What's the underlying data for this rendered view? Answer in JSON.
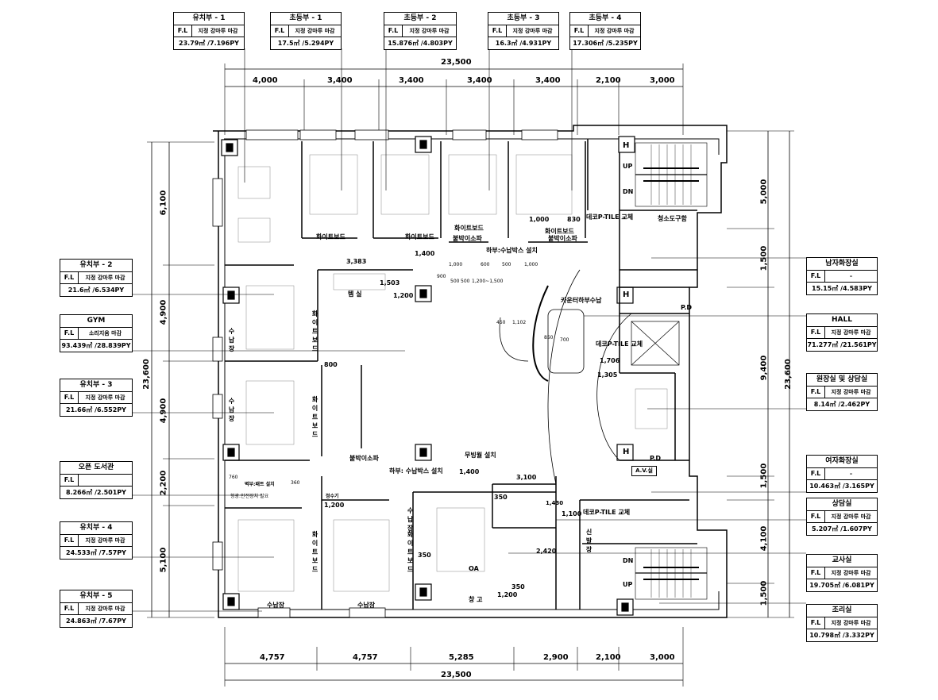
{
  "room_tags": [
    {
      "id": "kinder-1",
      "name": "유치부 - 1",
      "fl": "F.L",
      "finish": "지정 강마루 마감",
      "area": "23.79㎡ /7.196PY"
    },
    {
      "id": "elem-1",
      "name": "초등부 - 1",
      "fl": "F.L",
      "finish": "지정 강마루 마감",
      "area": "17.5㎡ /5.294PY"
    },
    {
      "id": "elem-2",
      "name": "초등부 - 2",
      "fl": "F.L",
      "finish": "지정 강마루 마감",
      "area": "15.876㎡ /4.803PY"
    },
    {
      "id": "elem-3",
      "name": "초등부 - 3",
      "fl": "F.L",
      "finish": "지정 강마루 마감",
      "area": "16.3㎡ /4.931PY"
    },
    {
      "id": "elem-4",
      "name": "초등부 - 4",
      "fl": "F.L",
      "finish": "지정 강마루 마감",
      "area": "17.306㎡ /5.235PY"
    },
    {
      "id": "kinder-2",
      "name": "유치부 - 2",
      "fl": "F.L",
      "finish": "지정 강마루 마감",
      "area": "21.6㎡ /6.534PY"
    },
    {
      "id": "gym",
      "name": "GYM",
      "fl": "F.L",
      "finish": "소리지움 마감",
      "area": "93.439㎡ /28.839PY"
    },
    {
      "id": "kinder-3",
      "name": "유치부 - 3",
      "fl": "F.L",
      "finish": "지정 강마루 마감",
      "area": "21.66㎡ /6.552PY"
    },
    {
      "id": "library",
      "name": "오픈 도서관",
      "fl": "F.L",
      "finish": "",
      "area": "8.266㎡ /2.501PY"
    },
    {
      "id": "kinder-4",
      "name": "유치부 - 4",
      "fl": "F.L",
      "finish": "지정 강마루 마감",
      "area": "24.533㎡ /7.57PY"
    },
    {
      "id": "kinder-5",
      "name": "유치부 - 5",
      "fl": "F.L",
      "finish": "지정 강마루 마감",
      "area": "24.863㎡ /7.67PY"
    },
    {
      "id": "mens-wc",
      "name": "남자화장실",
      "fl": "F.L",
      "finish": "–",
      "area": "15.15㎡ /4.583PY"
    },
    {
      "id": "hall",
      "name": "HALL",
      "fl": "F.L",
      "finish": "지정 강마루 마감",
      "area": "71.277㎡ /21.561PY"
    },
    {
      "id": "director",
      "name": "원장실 및 상담실",
      "fl": "F.L",
      "finish": "지정 강마루 마감",
      "area": "8.14㎡ /2.462PY"
    },
    {
      "id": "womens-wc",
      "name": "여자화장실",
      "fl": "F.L",
      "finish": "–",
      "area": "10.463㎡ /3.165PY"
    },
    {
      "id": "consult",
      "name": "상담실",
      "fl": "F.L",
      "finish": "지정 강마루 마감",
      "area": "5.207㎡ /1.607PY"
    },
    {
      "id": "teachers",
      "name": "교사실",
      "fl": "F.L",
      "finish": "지정 강마루 마감",
      "area": "19.705㎡ /6.081PY"
    },
    {
      "id": "kitchen",
      "name": "조리실",
      "fl": "F.L",
      "finish": "지정 강마루 마감",
      "area": "10.798㎡ /3.332PY"
    }
  ],
  "dims": {
    "top_total": "23,500",
    "top": [
      "4,000",
      "3,400",
      "3,400",
      "3,400",
      "3,400",
      "2,100",
      "3,000"
    ],
    "bottom": [
      "4,757",
      "4,757",
      "5,285",
      "2,900",
      "2,100",
      "3,000"
    ],
    "bottom_total": "23,500",
    "left_total": "23,600",
    "left": [
      "6,100",
      "4,900",
      "4,900",
      "2,200",
      "5,100"
    ],
    "right_total": "23,600",
    "right": [
      "5,000",
      "1,500",
      "9,400",
      "1,500",
      "4,100",
      "1,500"
    ]
  },
  "plan_labels": {
    "whiteboard": "화이트보드",
    "builtin_sofa": "붙박이소파",
    "below_duct": "하부:수납박스 설치",
    "below_duct2": "하부: 수납박스 설치",
    "temple": "템 실",
    "counter": "카운터하부수납",
    "deco_tile": "데코P-TILE 교체",
    "janitor": "청소도구함",
    "pd": "P.D",
    "av_room": "A.V.실",
    "storage": "창 고",
    "oa": "OA",
    "wall_cabinet": "벽부:패트 설치",
    "safety_note": "형광:안전장치 필요",
    "water_heater": "정수기",
    "mid_water": "무빙월 설치",
    "storage_v": "수납장",
    "storage_h": "수납장",
    "whiteboard_v": "화이트보드",
    "builtin_sofa_v": "붙박이소파",
    "shoe": "신발장",
    "up": "UP",
    "dn": "DN",
    "h": "H",
    "d_3383": "3,383",
    "d_1400": "1,400",
    "d_1503": "1,503",
    "d_1200": "1,200",
    "d_800": "800",
    "d_1706": "1,706",
    "d_1305": "1,305",
    "d_3100": "3,100",
    "d_1430": "1,430",
    "d_2420": "2,420",
    "d_350": "350",
    "d_1100": "1,100",
    "d_1000": "1,000",
    "d_830": "830",
    "d_600": "600",
    "d_500": "500",
    "d_900": "900",
    "d_450": "450",
    "d_1102": "1,102",
    "d_850": "850",
    "d_700": "700",
    "d_1200_1500": "1,200~1,500",
    "d_760": "760",
    "d_360": "360"
  }
}
